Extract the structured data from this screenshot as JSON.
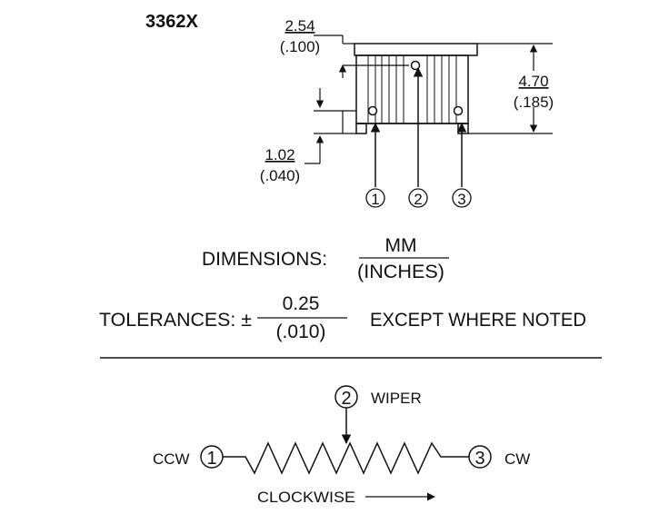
{
  "part_number": "3362X",
  "dims": {
    "pin_offset": {
      "mm": "2.54",
      "in": "(.100)"
    },
    "height": {
      "mm": "4.70",
      "in": "(.185)"
    },
    "standoff": {
      "mm": "1.02",
      "in": "(.040)"
    }
  },
  "pins": [
    "1",
    "2",
    "3"
  ],
  "units": {
    "label": "DIMENSIONS:",
    "top": "MM",
    "bottom": "(INCHES)"
  },
  "tolerances": {
    "label": "TOLERANCES: ±",
    "top": "0.25",
    "bottom": "(.010)",
    "suffix": "EXCEPT WHERE NOTED"
  },
  "schematic": {
    "wiper_label": "WIPER",
    "ccw_label": "CCW",
    "cw_label": "CW",
    "clockwise_label": "CLOCKWISE"
  },
  "colors": {
    "ink": "#111111",
    "background": "#ffffff"
  }
}
